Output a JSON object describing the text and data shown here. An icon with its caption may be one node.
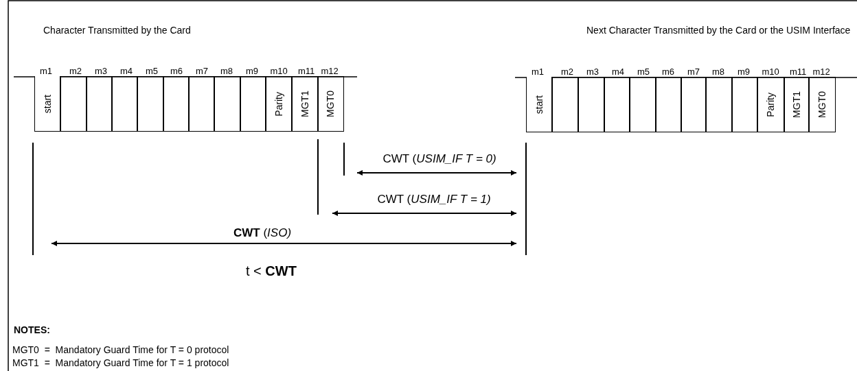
{
  "diagram": {
    "nodes": [
      {
        "text": [
          "start"
        ]
      },
      {
        "text": [],
        "shape": "box"
      },
      {
        "text": [],
        "shape": "box"
      },
      {
        "text": [],
        "shape": "box"
      },
      {
        "text": [],
        "shape": "box"
      },
      {
        "text": [],
        "shape": "box"
      },
      {
        "text": [],
        "shape": "box"
      },
      {
        "text": [],
        "shape": "box"
      },
      {
        "text": [],
        "shape": "box"
      },
      {
        "text": [
          "Parity"
        ]
      },
      {
        "text": [
          "MGT1"
        ]
      },
      {
        "text": [
          "MGT0"
        ]
      },
      {
        "text": [
          "start"
        ]
      },
      {
        "text": [],
        "shape": "box"
      },
      {
        "text": [],
        "shape": "box"
      },
      {
        "text": [],
        "shape": "box"
      },
      {
        "text": [],
        "shape": "box"
      },
      {
        "text": [],
        "shape": "box"
      },
      {
        "text": [],
        "shape": "box"
      },
      {
        "text": [],
        "shape": "box"
      },
      {
        "text": [],
        "shape": "box"
      },
      {
        "text": [
          "Parity"
        ]
      },
      {
        "text": [
          "MGT1"
        ]
      },
      {
        "text": [
          "MGT0"
        ]
      }
    ],
    "labels": [
      "Character Transmitted by the Card",
      "Next Character Transmitted by the Card or the USIM Interface",
      "m1",
      "m2",
      "m3",
      "m4",
      "m5",
      "m6",
      "m7",
      "m8",
      "m9",
      "m10",
      "m11",
      "m12",
      "m1",
      "m2",
      "m3",
      "m4",
      "m5",
      "m6",
      "m7",
      "m8",
      "m9",
      "m10",
      "m11",
      "m12",
      "CWT (*USIM_IF T = 0)*",
      "CWT (*USIM_IF T = 1)*",
      "**CWT** (*ISO)*",
      "t < **CWT**",
      "NOTES:",
      "MGT0  =  Mandatory Guard Time for T = 0 protocol",
      "MGT1  =  Mandatory Guard Time for T = 1 protocol"
    ]
  }
}
